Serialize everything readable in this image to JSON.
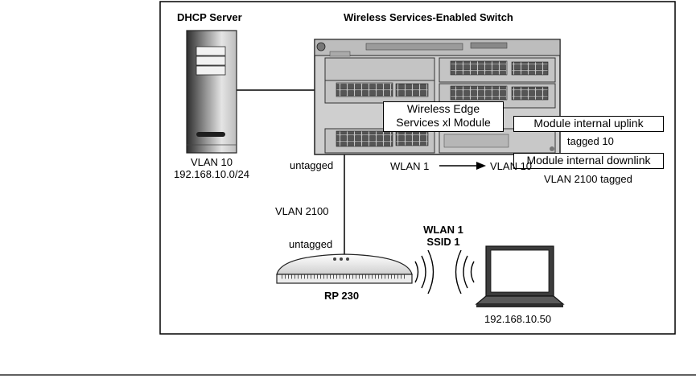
{
  "labels": {
    "dhcp_server": "DHCP Server",
    "switch_title": "Wireless Services-Enabled Switch",
    "module_line1": "Wireless Edge",
    "module_line2": "Services xl Module",
    "module_uplink": "Module internal uplink",
    "tagged_10": "tagged 10",
    "module_downlink": "Module internal downlink",
    "vlan_2100_tagged": "VLAN 2100 tagged",
    "server_vlan": "VLAN 10",
    "server_subnet": "192.168.10.0/24",
    "untagged_top": "untagged",
    "wlan_map_from": "WLAN 1",
    "wlan_map_to": "VLAN 10",
    "vlan_2100": "VLAN 2100",
    "untagged_bottom": "untagged",
    "wlan_1": "WLAN 1",
    "ssid_1": "SSID 1",
    "rp_230": "RP 230",
    "laptop_ip": "192.168.10.50"
  },
  "colors": {
    "line": "#000000",
    "server_light": "#d9d9d9",
    "server_dark": "#3a3a3a",
    "switch_chassis": "#cfcfcf",
    "port_fill": "#4a4a4a"
  },
  "icons": {
    "server": "server-tower-icon",
    "switch": "modular-switch-icon",
    "access_point": "access-point-icon",
    "laptop": "laptop-icon",
    "wireless_waves": "wireless-signal-icon"
  }
}
